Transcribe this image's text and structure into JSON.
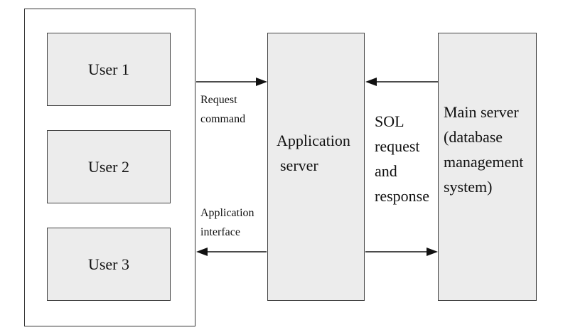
{
  "nodes": {
    "user_1": "User 1",
    "user_2": "User 2",
    "user_3": "User 3",
    "app_server": [
      "Application",
      "server"
    ],
    "main_server": [
      "Main server",
      "(database",
      "management",
      "system)"
    ]
  },
  "edges": {
    "request": [
      "Request",
      "command"
    ],
    "interface": [
      "Application",
      "interface"
    ],
    "sql": [
      "SOL",
      "request",
      "and",
      "response"
    ]
  }
}
